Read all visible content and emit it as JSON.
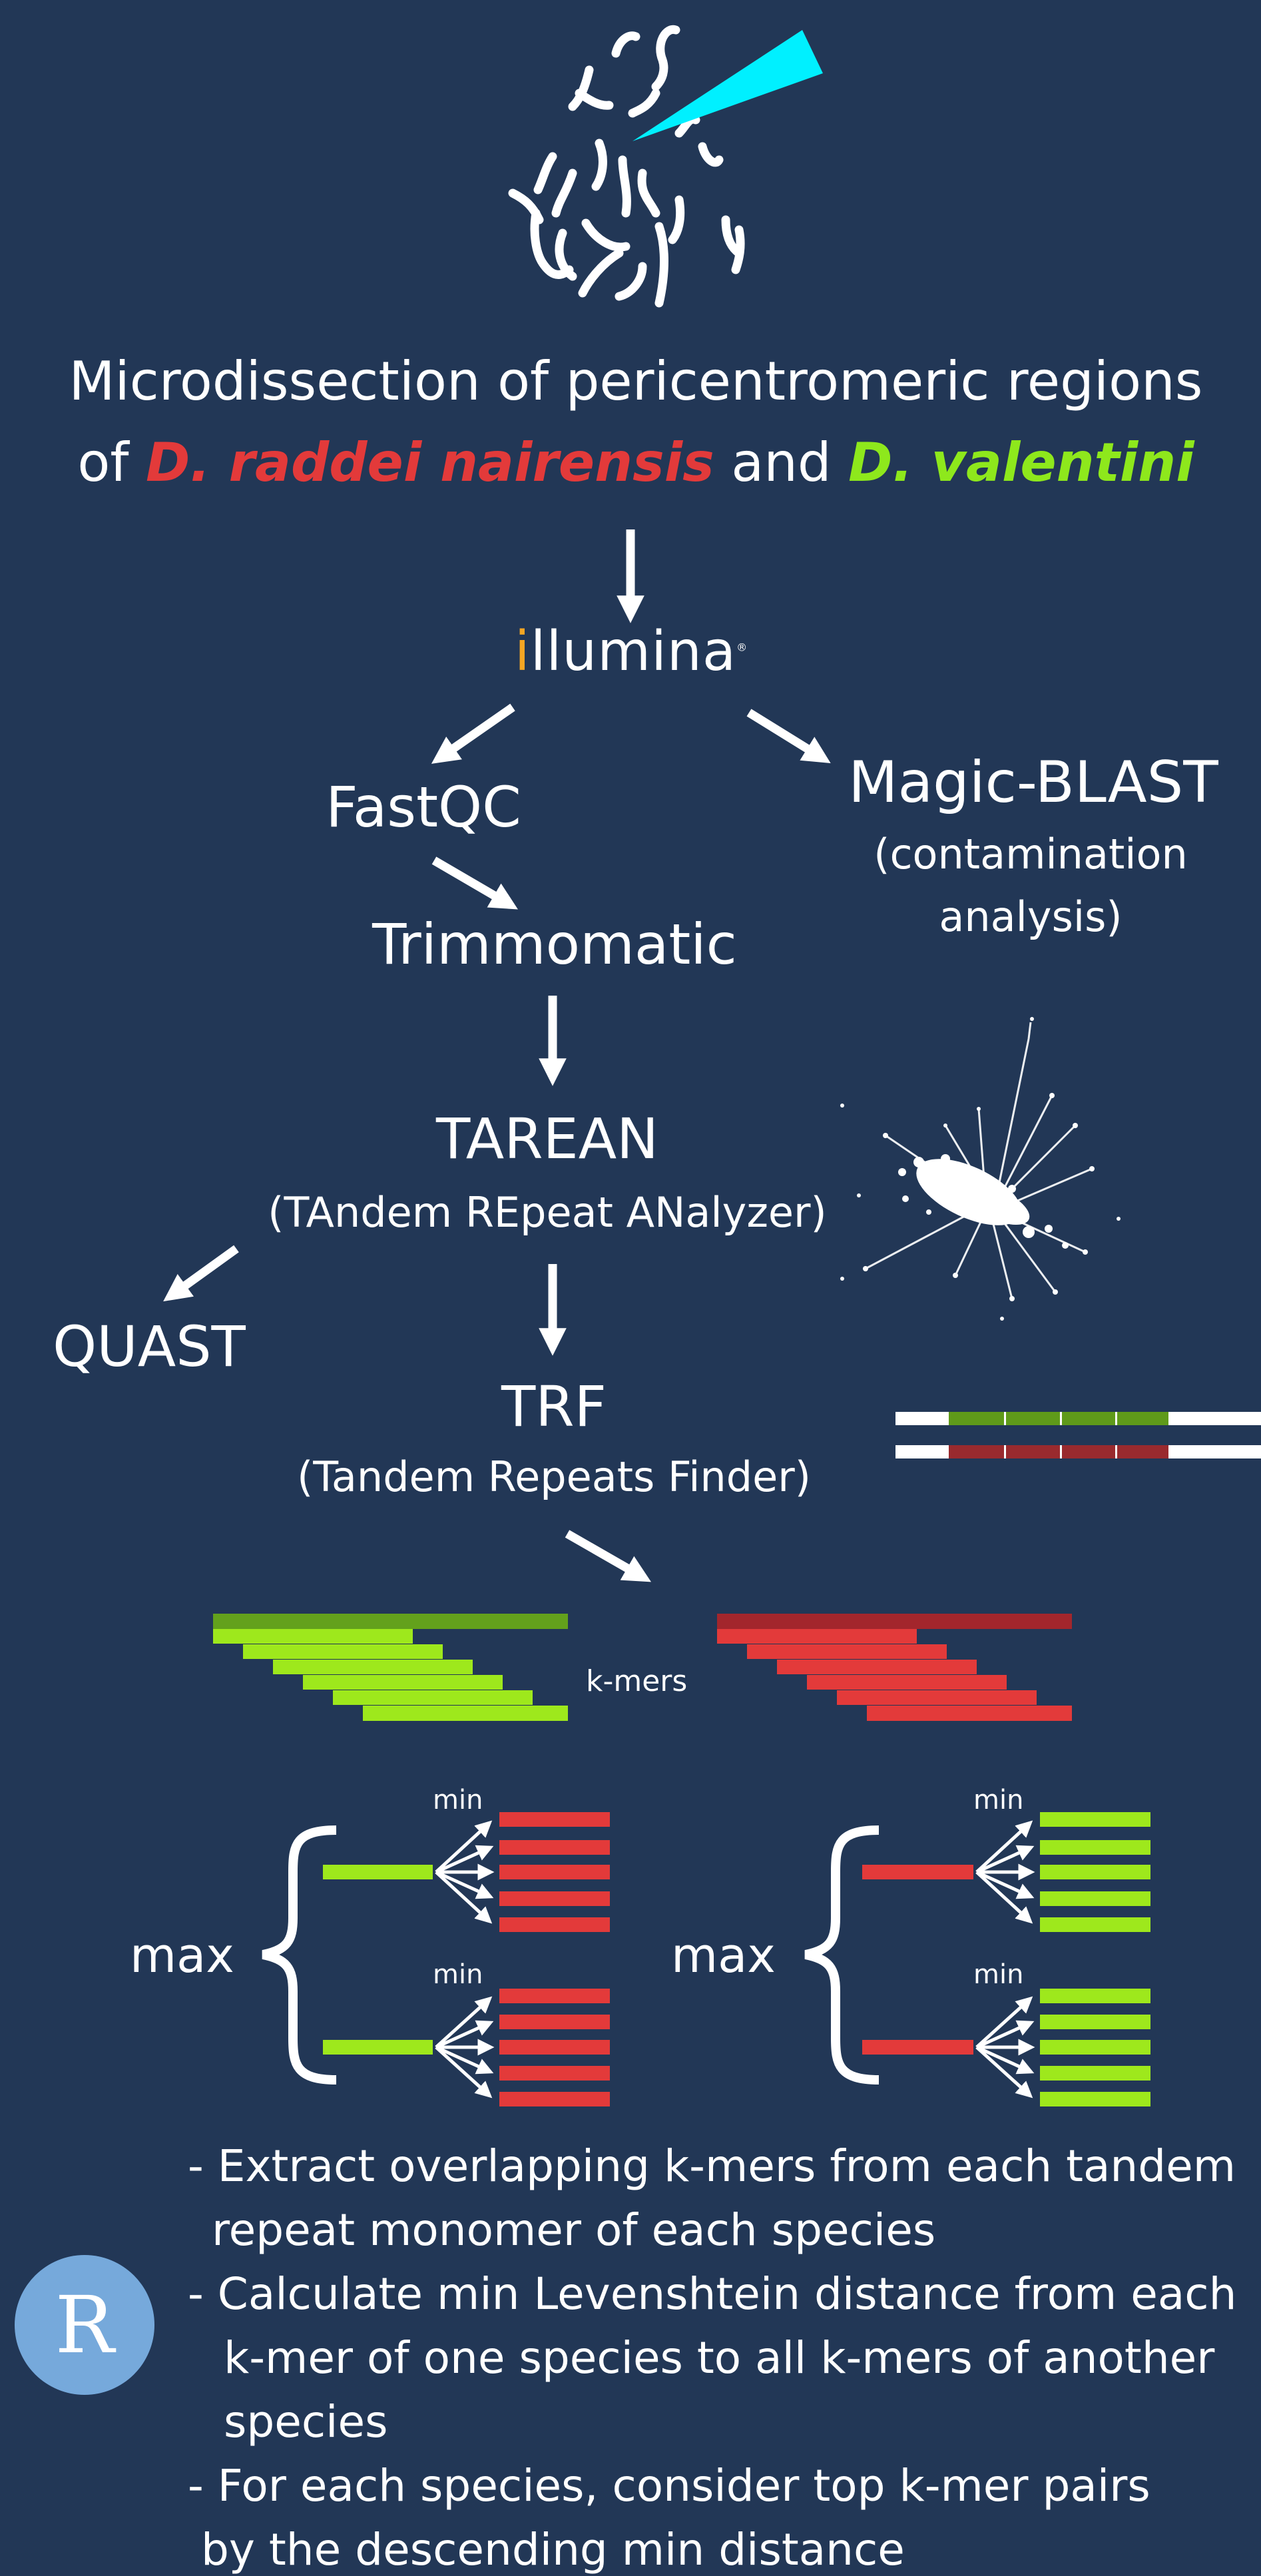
{
  "title": {
    "line1": "Microdissection of pericentromeric regions",
    "line2_prefix": "of",
    "species1": "D. raddei nairensis",
    "conjunction": "and",
    "species2": "D. valentini"
  },
  "sequencer": {
    "logo_text": "illumina",
    "logo_first_letter": "i"
  },
  "steps": {
    "fastqc": "FastQC",
    "magic_blast": "Magic-BLAST",
    "magic_blast_note1": "(contamination",
    "magic_blast_note2": "analysis)",
    "trimmomatic": "Trimmomatic",
    "tarean": "TAREAN",
    "tarean_note": "(TAndem REpeat ANalyzer)",
    "quast": "QUAST",
    "trf": "TRF",
    "trf_note": "(Tandem Repeats Finder)"
  },
  "kmers_label": "k-mers",
  "distance_labels": {
    "max": "max",
    "min": "min"
  },
  "r_logo": "R",
  "bullets": [
    "- Extract overlapping k-mers from each tandem",
    "repeat monomer of each species",
    "- Calculate min Levenshtein distance from each",
    "k-mer of one species to all k-mers of another",
    "species",
    "- For each species, consider top k-mer pairs",
    "by the descending min distance"
  ],
  "colors": {
    "background": "#223756",
    "red": "#e33a3a",
    "green": "#8ee81c",
    "cyan": "#00f0ff",
    "illumina_orange": "#f5a623",
    "r_blue": "#76a9db"
  }
}
